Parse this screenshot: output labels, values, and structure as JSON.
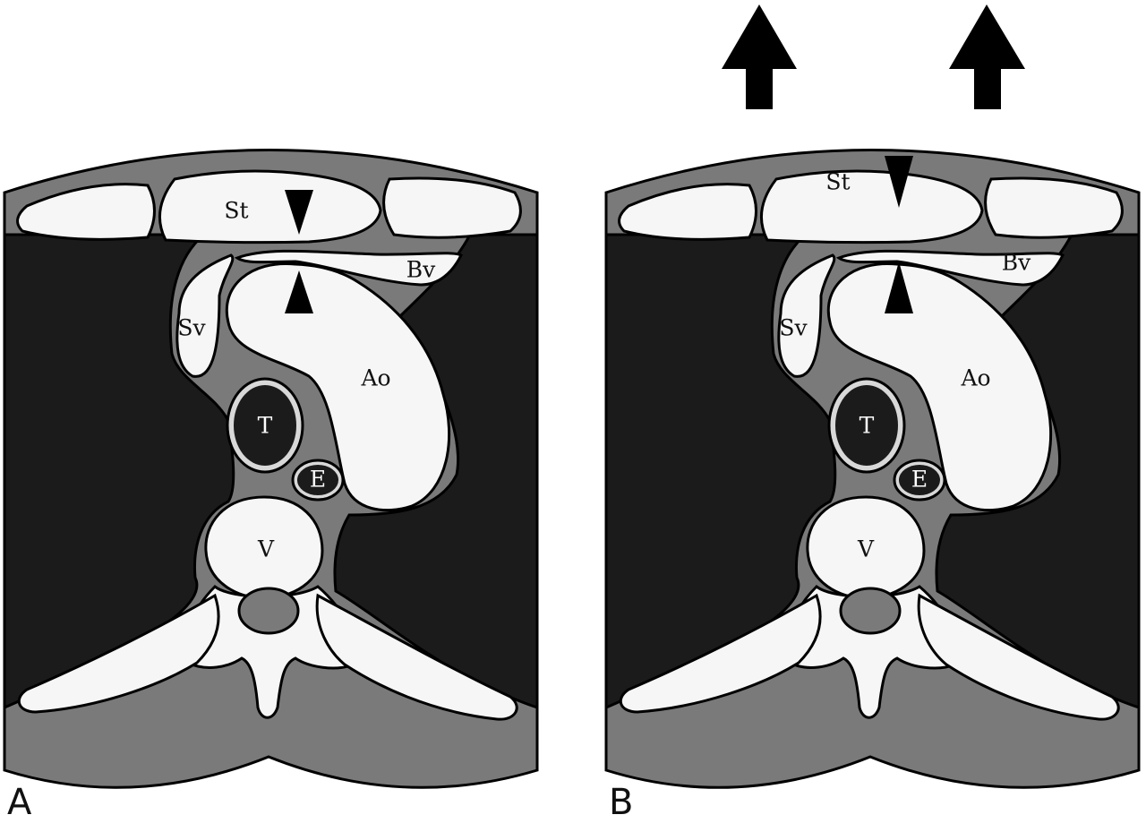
{
  "panels": [
    {
      "letter": "A",
      "labels": {
        "st": "St",
        "bv": "Bv",
        "sv": "Sv",
        "ao": "Ao",
        "t": "T",
        "e": "E",
        "v": "V"
      }
    },
    {
      "letter": "B",
      "labels": {
        "st": "St",
        "bv": "Bv",
        "sv": "Sv",
        "ao": "Ao",
        "t": "T",
        "e": "E",
        "v": "V"
      }
    }
  ],
  "colors": {
    "tissue": "#7a7a7a",
    "lung": "#1b1b1b",
    "bone": "#f6f6f6",
    "outline": "#000000",
    "tracheal_ring": "#d8d8d8"
  }
}
